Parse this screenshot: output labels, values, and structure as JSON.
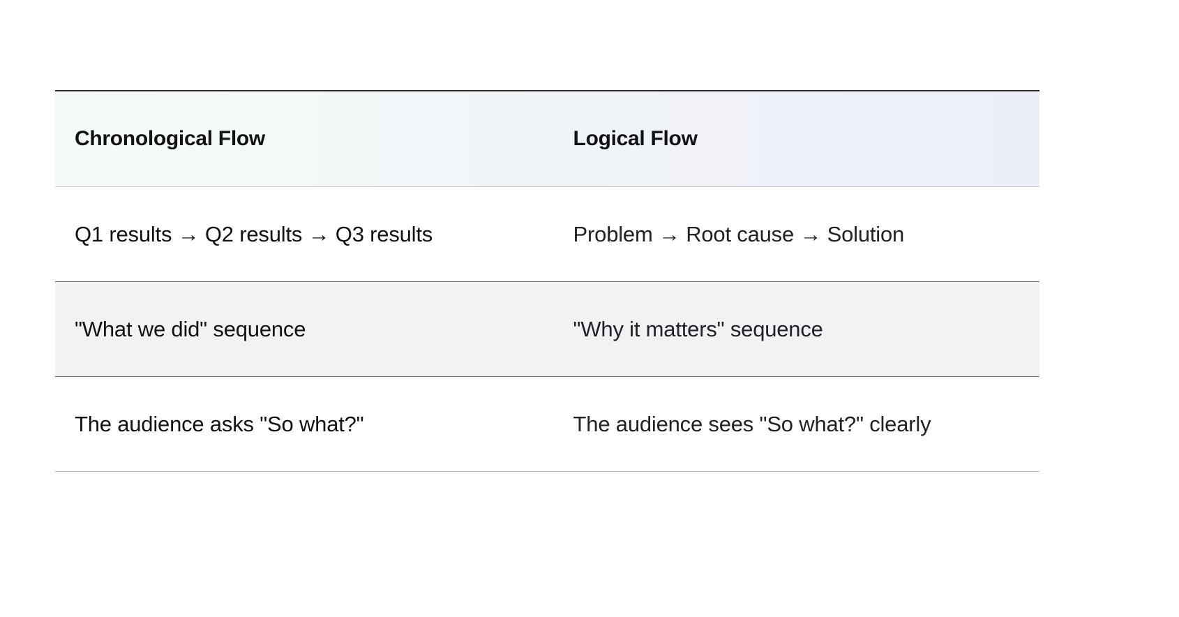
{
  "table": {
    "columns": [
      {
        "key": "chronological",
        "label": "Chronological Flow"
      },
      {
        "key": "logical",
        "label": "Logical Flow"
      }
    ],
    "rows": [
      {
        "chronological": "Q1 results → Q2 results → Q3 results",
        "logical": "Problem → Root cause → Solution"
      },
      {
        "chronological": "\"What we did\" sequence",
        "logical": "\"Why it matters\" sequence"
      },
      {
        "chronological": "The audience asks \"So what?\"",
        "logical": "The audience sees \"So what?\" clearly"
      }
    ]
  },
  "style": {
    "page_background": "#ffffff",
    "header_gradient_start": "#f6faf7",
    "header_gradient_end": "#edeff8",
    "header_top_border": "#2b2b2b",
    "row_alt_background": "#f1f2f4",
    "row_border": "#6e7176",
    "table_bottom_border": "#b9bcc1",
    "text_color": "#111215"
  }
}
